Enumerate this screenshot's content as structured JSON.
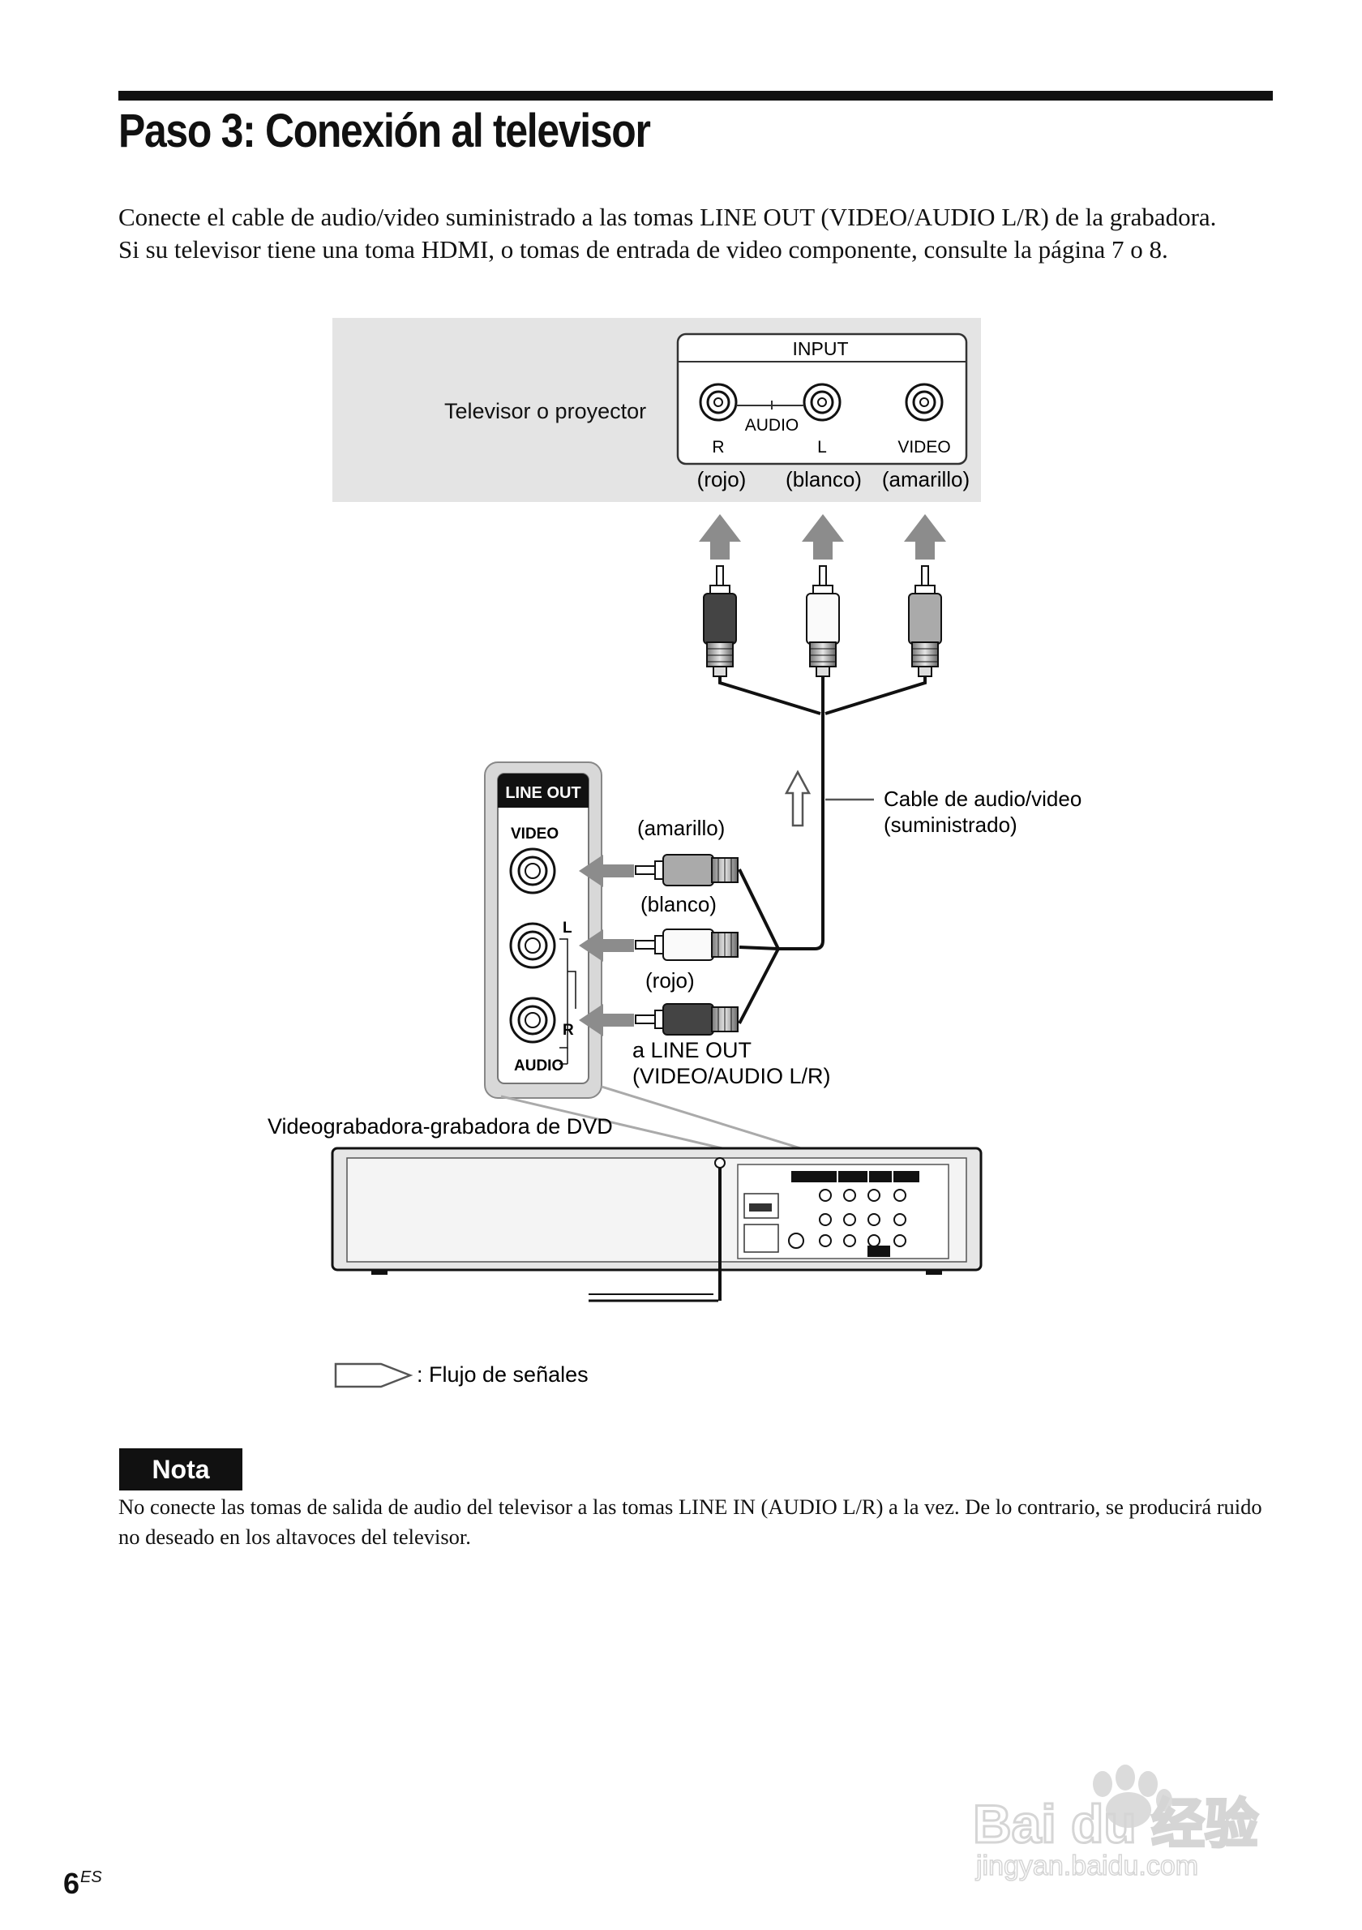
{
  "page": {
    "title": "Paso 3: Conexión al televisor",
    "intro_line1": "Conecte el cable de audio/video suministrado a las tomas LINE OUT (VIDEO/AUDIO L/R) de la grabadora.",
    "intro_line2": "Si su televisor tiene una toma HDMI, o tomas de entrada de video componente, consulte la página 7 o 8.",
    "page_number": "6",
    "page_suffix": "ES"
  },
  "diagram": {
    "tv_label": "Televisor o proyector",
    "input_title": "INPUT",
    "input_audio": "AUDIO",
    "input_r": "R",
    "input_l": "L",
    "input_video": "VIDEO",
    "tv_rojo": "(rojo)",
    "tv_blanco": "(blanco)",
    "tv_amarillo": "(amarillo)",
    "cable_label_1": "Cable de audio/video",
    "cable_label_2": "(suministrado)",
    "panel_line_out": "LINE OUT",
    "panel_video": "VIDEO",
    "panel_l": "L",
    "panel_r": "R",
    "panel_audio": "AUDIO",
    "plug_amarillo": "(amarillo)",
    "plug_blanco": "(blanco)",
    "plug_rojo": "(rojo)",
    "to_line_out_1": "a LINE OUT",
    "to_line_out_2": "(VIDEO/AUDIO L/R)",
    "recorder_label": "Videograbadora-grabadora de DVD",
    "legend_text": ": Flujo de señales"
  },
  "note": {
    "badge": "Nota",
    "text": "No conecte las tomas de salida de audio del televisor a las tomas LINE IN (AUDIO L/R) a la vez. De lo contrario, se producirá ruido no deseado en los altavoces del televisor."
  },
  "watermark": {
    "brand": "Bai du 经验",
    "url": "jingyan.baidu.com"
  }
}
